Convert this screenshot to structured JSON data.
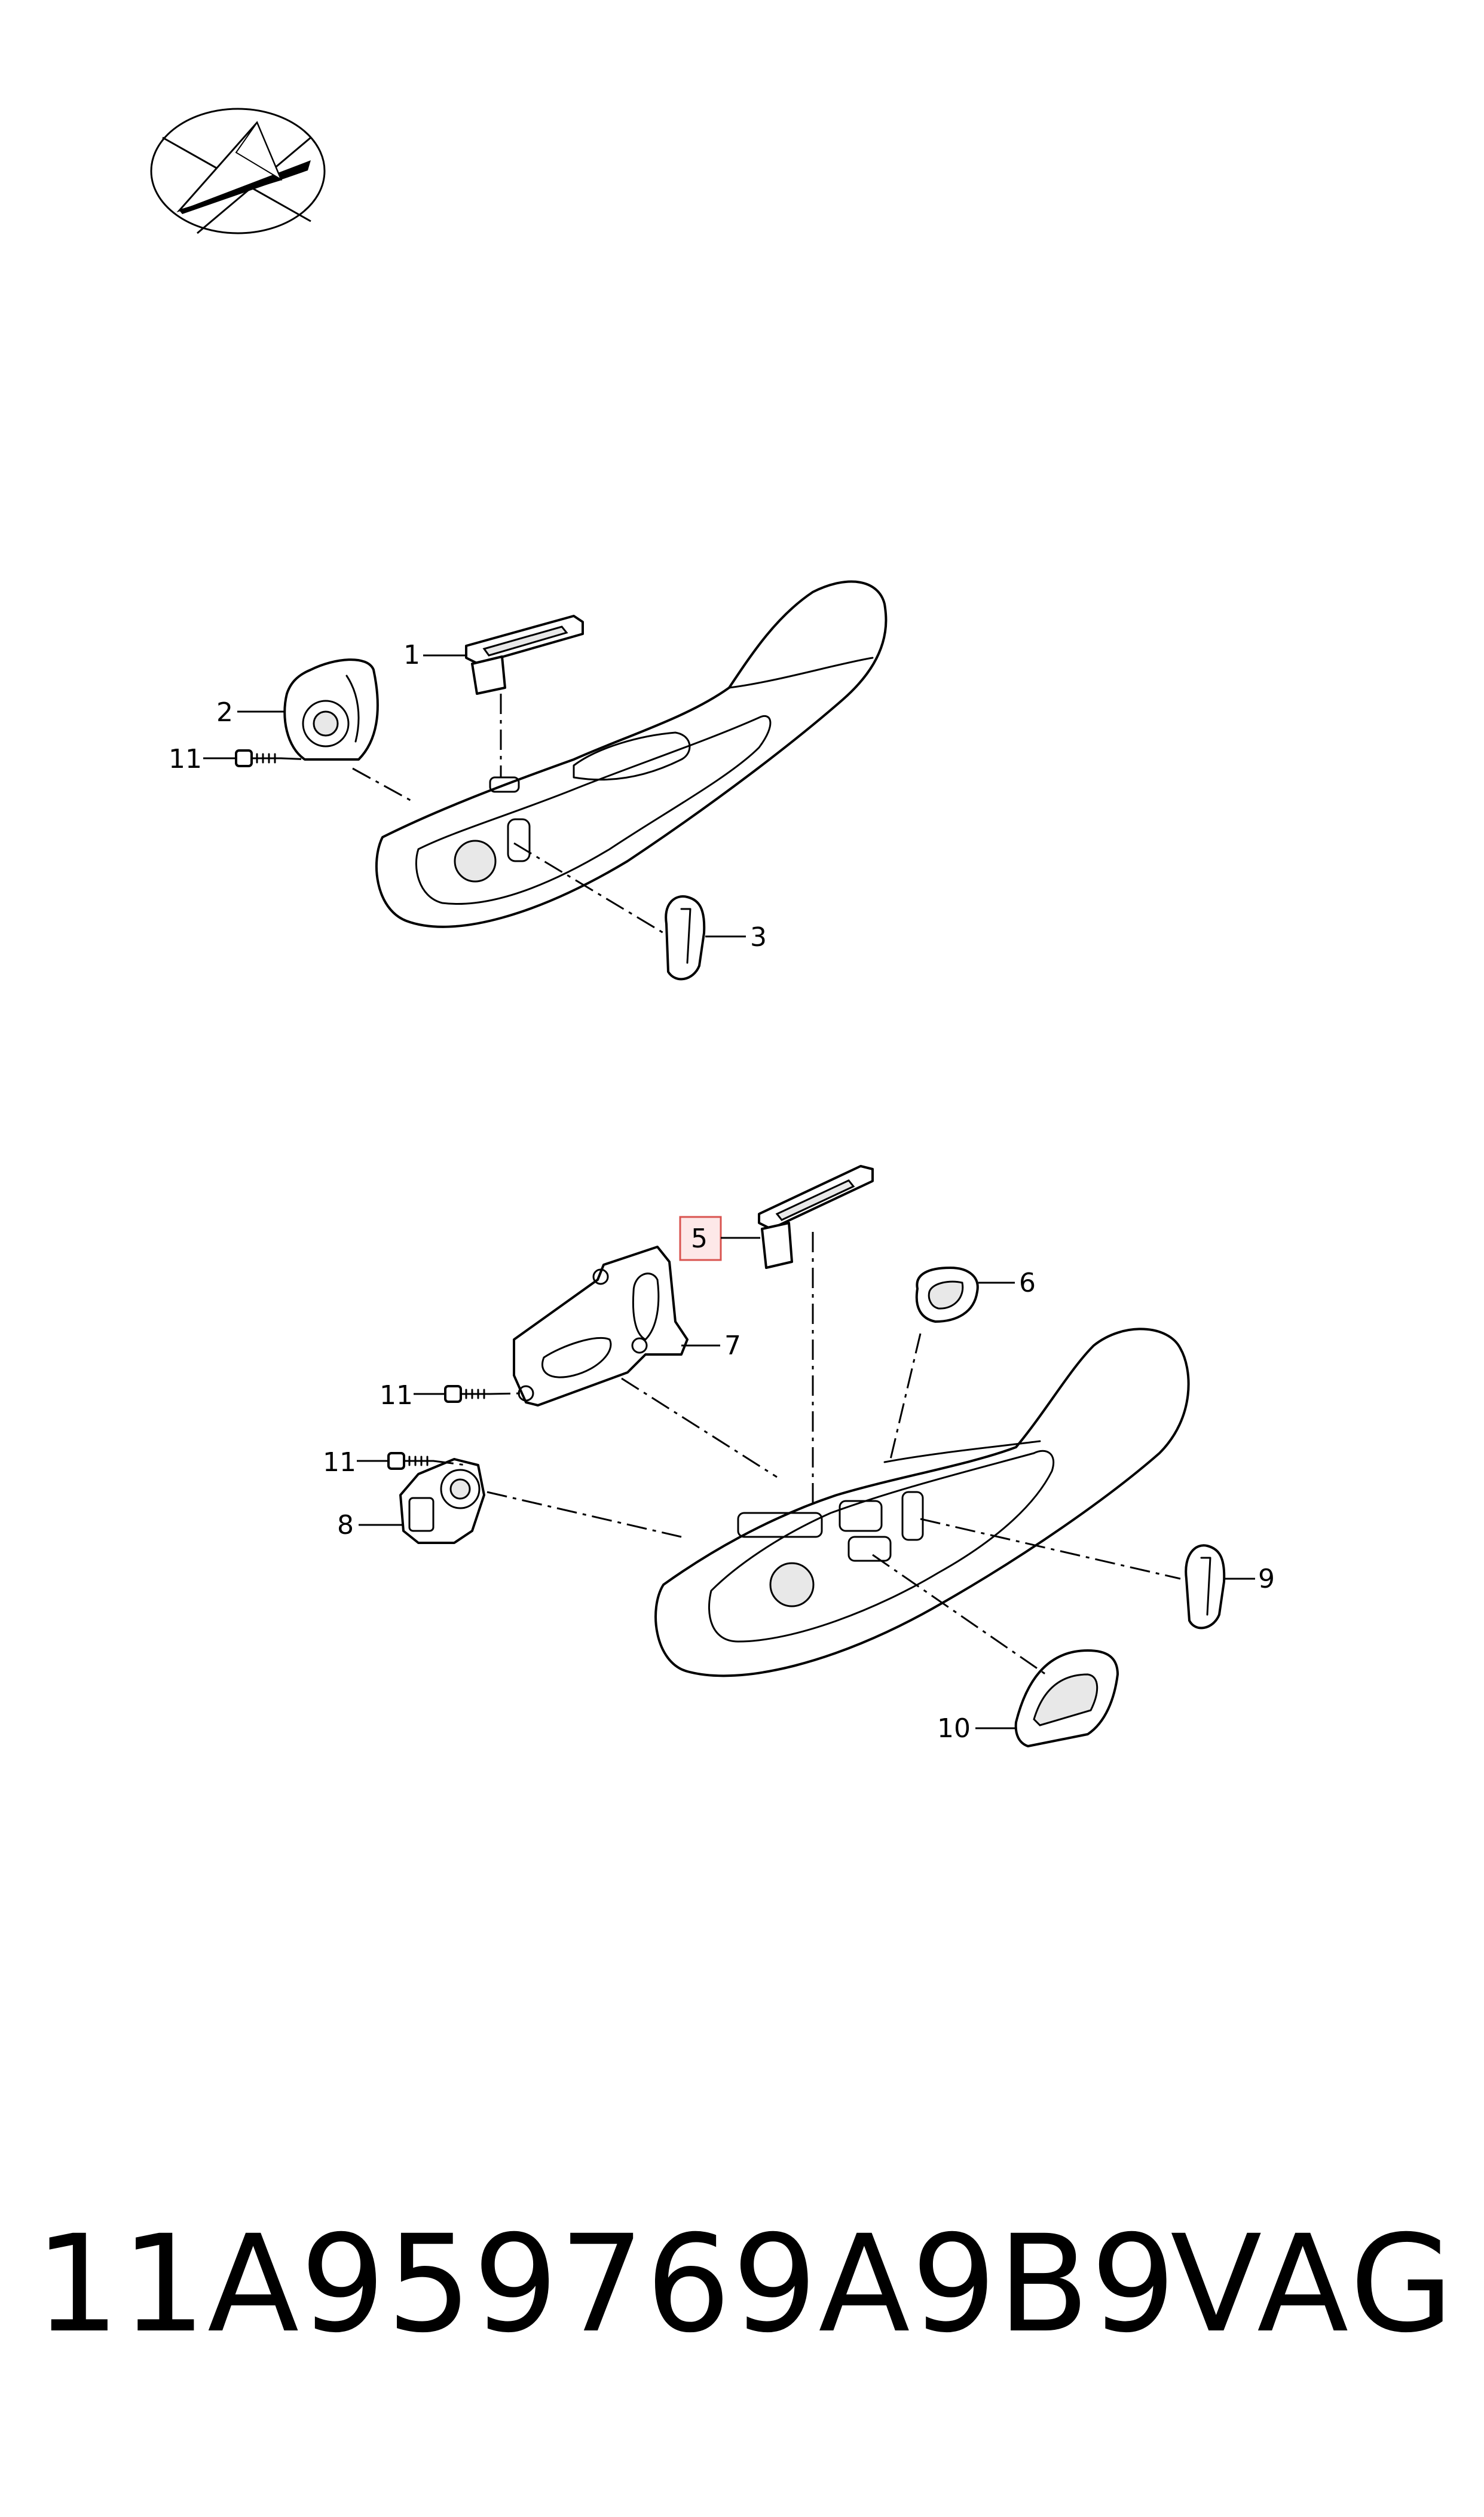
{
  "callouts": {
    "upper": [
      "1",
      "2",
      "11",
      "3"
    ],
    "lower": [
      "5",
      "6",
      "7",
      "11",
      "11",
      "8",
      "9",
      "10"
    ]
  },
  "highlighted_callout": "5",
  "footer": {
    "part_number": "11A959769A9B9",
    "brand": "VAG"
  },
  "colors": {
    "highlight_fill": "#fde8e8",
    "highlight_stroke": "#d9534f"
  }
}
